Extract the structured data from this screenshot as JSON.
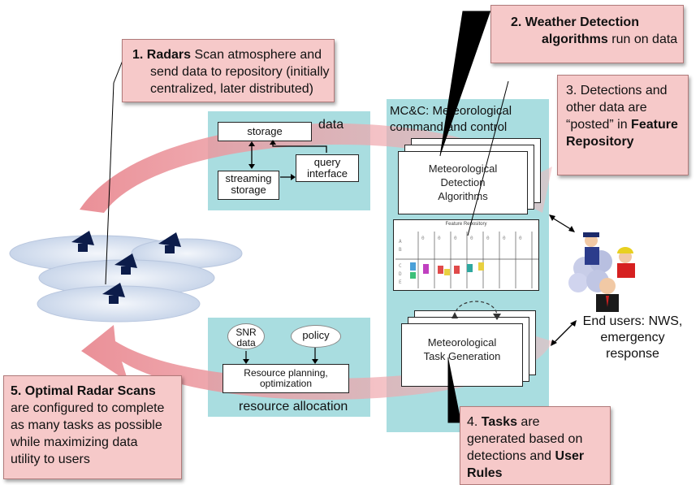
{
  "callouts": {
    "c1": {
      "bold": "1. Radars",
      "rest": " Scan atmosphere and",
      "l2": "send data to repository (initially",
      "l3": "centralized, later distributed)"
    },
    "c2": {
      "l1": "2. Weather Detection",
      "l2b": "algorithms",
      "l2r": " run on data"
    },
    "c3": {
      "l1": "3.  Detections  and",
      "l2": "other data are",
      "l3a": "“posted” in ",
      "l3b": "Feature",
      "l4": "Repository"
    },
    "c4": {
      "l1a": "4. ",
      "l1b": "Tasks",
      "l1c": "  are",
      "l2": "generated based on",
      "l3a": "detections and ",
      "l3b": "User",
      "l4": "Rules"
    },
    "c5": {
      "l1": "5. Optimal Radar Scans",
      "l2": "are configured to complete",
      "l3": "as many tasks as possible",
      "l4": "while maximizing data",
      "l5": "utility to users"
    }
  },
  "data_panel": {
    "title": "data",
    "storage": "storage",
    "streaming": "streaming storage",
    "query": "query interface"
  },
  "mcc_panel": {
    "title_l1": "MC&C: Meteorological",
    "title_l2": "command and control",
    "detection": "Meteorological Detection Algorithms",
    "repo_caption": "Feature Repository",
    "task": "Meteorological Task Generation"
  },
  "resource_panel": {
    "snr": "SNR data",
    "policy": "policy",
    "planning": "Resource planning, optimization",
    "label": "resource allocation"
  },
  "end_users": {
    "l1": "End users: NWS,",
    "l2": "emergency",
    "l3": "response"
  },
  "icons": [
    "radar-dish-icon",
    "forecaster-icon",
    "emergency-responder-icon",
    "news-anchor-icon",
    "cloud-icon"
  ],
  "colors": {
    "callout_bg": "#f6c9c9",
    "panel_bg": "#a9dde0",
    "arrow": "#e8848c"
  }
}
